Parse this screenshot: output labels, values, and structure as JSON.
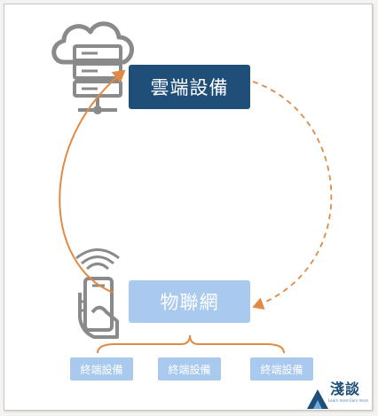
{
  "diagram": {
    "cloud_label": "雲端設備",
    "iot_label": "物聯網",
    "terminals": [
      "終端設備",
      "終端設備",
      "終端設備"
    ]
  },
  "logo": {
    "title": "淺談",
    "subtitle": "Learn more Earn more"
  },
  "colors": {
    "cloud_box": "#1f4e79",
    "iot_box": "#a9c9ee",
    "arrow": "#e08a45",
    "icon_gray": "#8a8a8a"
  }
}
